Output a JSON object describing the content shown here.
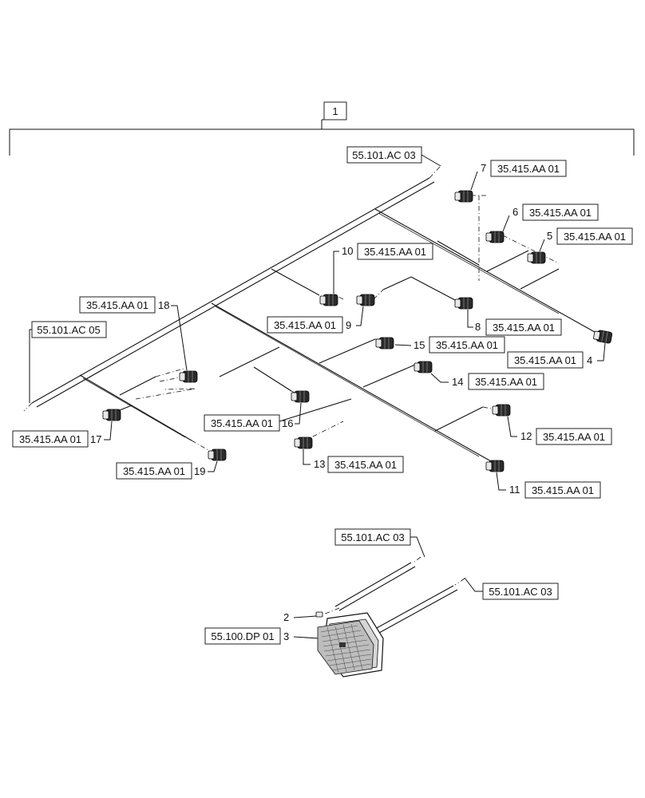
{
  "callouts": {
    "item_1": "1",
    "item_2": "2",
    "item_3": "3",
    "item_4": "4",
    "item_5": "5",
    "item_6": "6",
    "item_7": "7",
    "item_8": "8",
    "item_9": "9",
    "item_10": "10",
    "item_11": "11",
    "item_12": "12",
    "item_13": "13",
    "item_14": "14",
    "item_15": "15",
    "item_16": "16",
    "item_17": "17",
    "item_18": "18",
    "item_19": "19"
  },
  "refs": {
    "harness_top": "55.101.AC 03",
    "harness_left": "55.101.AC 05",
    "connector": "35.415.AA 01",
    "ecu_cable_a": "55.101.AC 03",
    "ecu_cable_b": "55.101.AC 03",
    "ecu_module": "55.100.DP 01"
  }
}
